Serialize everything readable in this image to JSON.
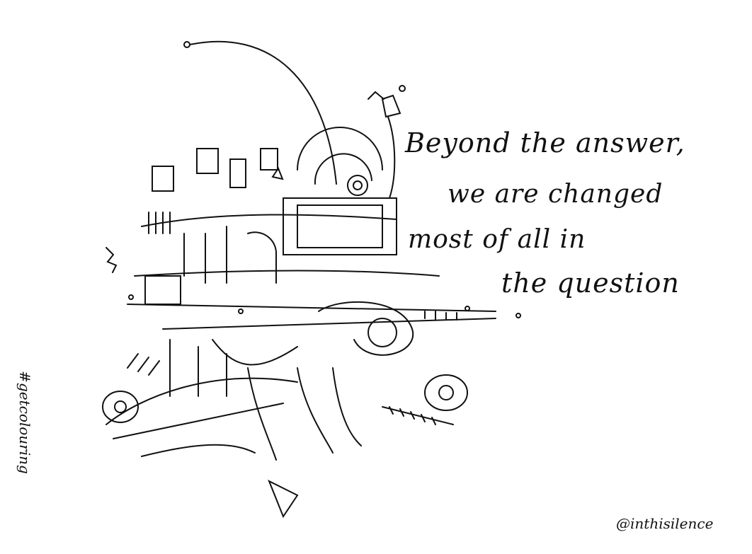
{
  "quote": {
    "line1": "Beyond the answer,",
    "line2": "we are changed",
    "line3": "most of all in",
    "line4": "the question"
  },
  "hashtag": "#getcolouring",
  "signature": "@inthisilence"
}
